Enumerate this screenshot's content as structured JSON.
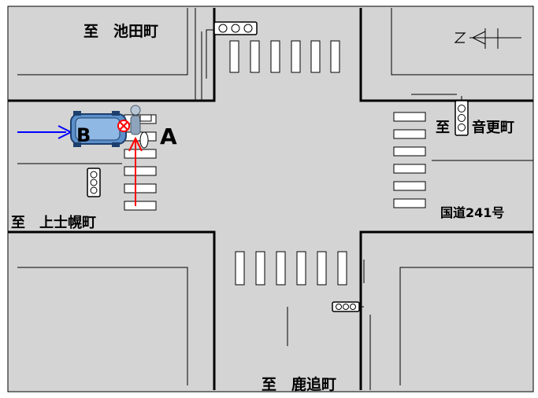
{
  "labels": {
    "north": "至　池田町",
    "west": "至　上士幌町",
    "east": "至",
    "east_town": "音更町",
    "south": "至　鹿追町",
    "route": "国道241号",
    "vehicle_a": "A",
    "vehicle_b": "B"
  },
  "colors": {
    "background": "#d4d4d4",
    "road_line": "#000000",
    "crosswalk": "#ffffff",
    "vehicle_b_path": "#0000ff",
    "vehicle_a_path": "#ff0000",
    "car_body": "#5b8fc9",
    "collision": "#ff0000"
  },
  "icons": {
    "compass": "north-arrow-icon",
    "traffic_light": "traffic-signal-icon",
    "car": "car-icon",
    "pedestrian_cyclist": "bicycle-rider-icon",
    "collision": "collision-mark-icon"
  }
}
